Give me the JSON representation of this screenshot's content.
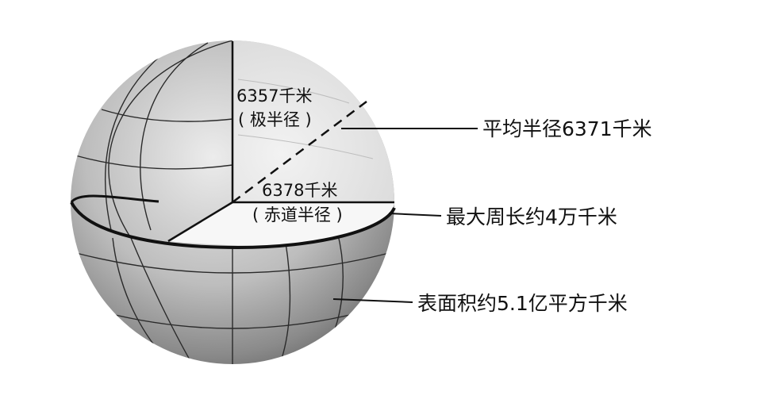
{
  "labels": {
    "polar_value": "6357千米",
    "polar_name": "( 极半径 )",
    "equatorial_value": "6378千米",
    "equatorial_name": "( 赤道半径 )",
    "mean_radius": "平均半径6371千米",
    "max_circumference": "最大周长约4万千米",
    "surface_area": "表面积约5.1亿平方千米"
  },
  "colors": {
    "line": "#111111",
    "sphere_light": "#e6e6e6",
    "sphere_dark": "#6b6b6b",
    "cutaway": "#ededed",
    "equator_plane": "#f6f6f6",
    "background": "#ffffff"
  }
}
